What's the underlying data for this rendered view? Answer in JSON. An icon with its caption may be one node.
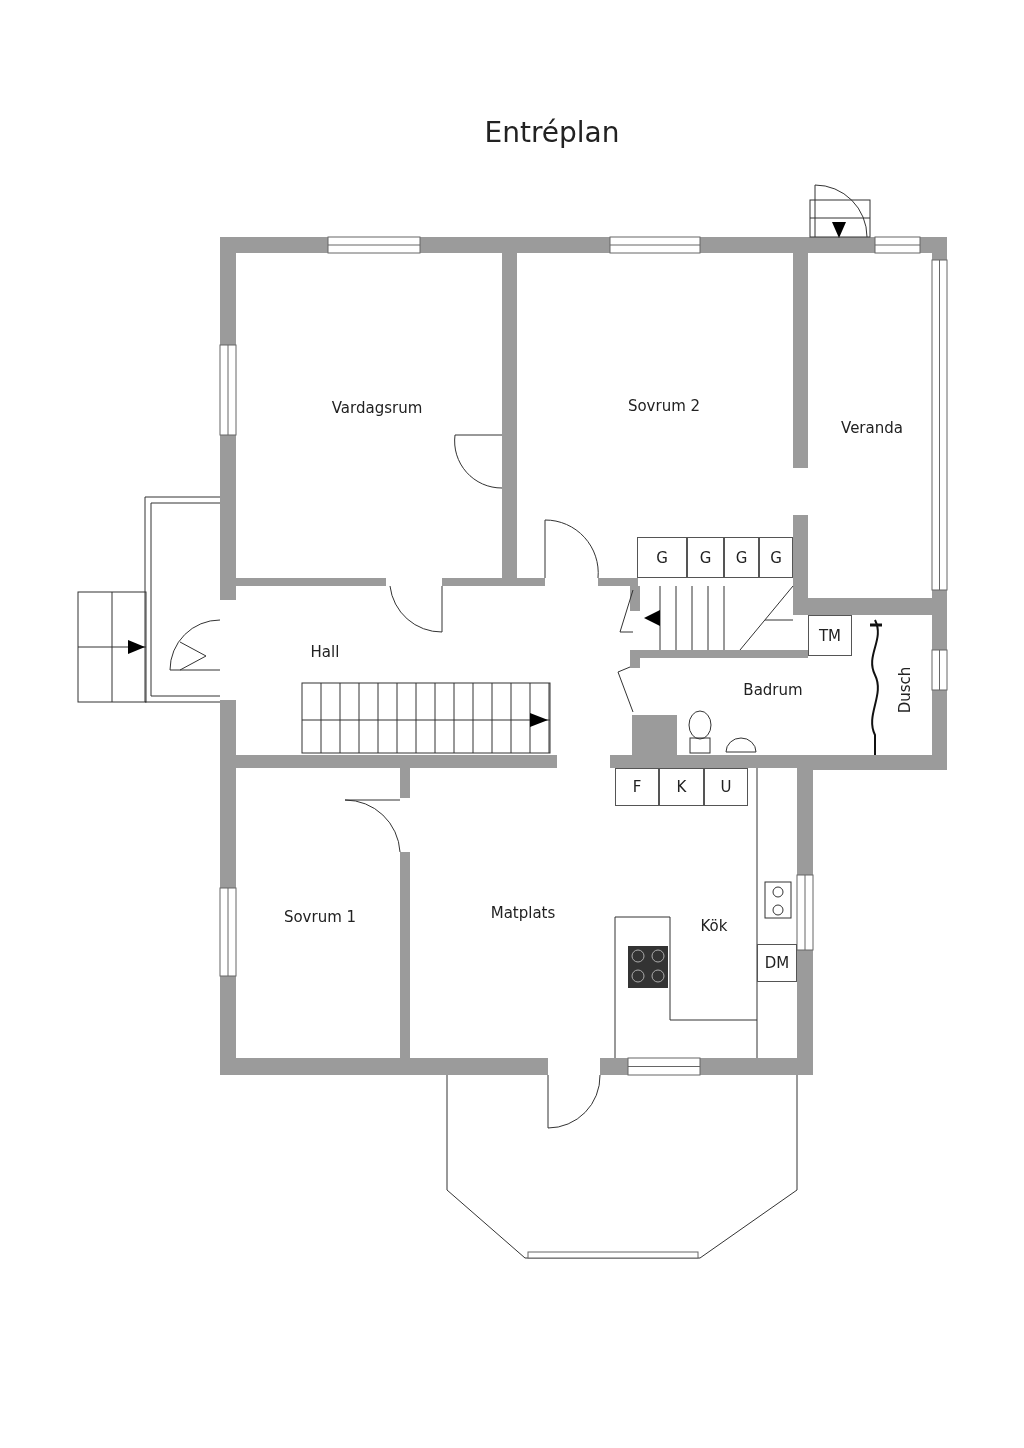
{
  "diagram": {
    "title": "Entréplan",
    "labels": [
      "Vardagsrum",
      "Sovrum 2",
      "Veranda",
      "G",
      "G",
      "G",
      "G",
      "TM",
      "Hall",
      "Badrum",
      "Dusch",
      "F",
      "K",
      "U",
      "Sovrum 1",
      "Matplats",
      "Kök",
      "DM"
    ]
  }
}
